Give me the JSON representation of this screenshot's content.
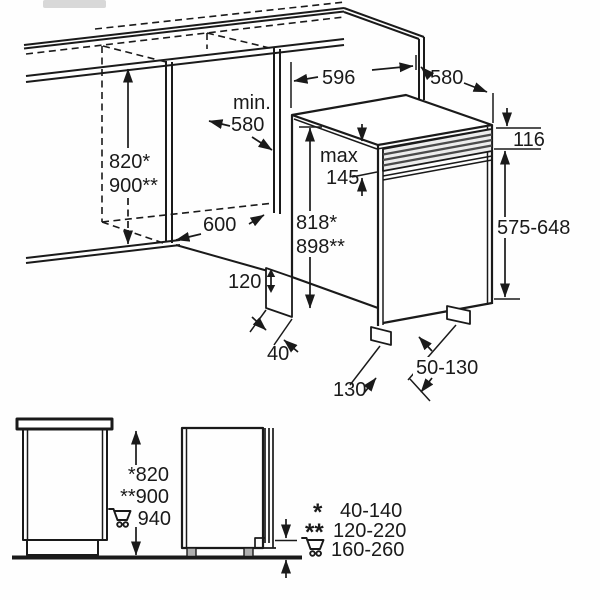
{
  "colors": {
    "line": "#1a1a1a",
    "stripe": "#4a4a4a",
    "band_fill": "#ececec",
    "foot_fill": "#b0b0b0",
    "artifact": "#d8d8d8"
  },
  "top_diagram": {
    "niche_height_line1": "820*",
    "niche_height_line2": "900**",
    "min_width_line1": "min.",
    "min_width_line2": "580",
    "counter_depth": "600",
    "appliance_width": "596",
    "appliance_depth": "580",
    "top_clearance": "116",
    "max_panel_line1": "max",
    "max_panel_line2": "145",
    "body_height_line1": "818*",
    "body_height_line2": "898**",
    "door_panel_range": "575-648",
    "plinth_height": "120",
    "plinth_gap": "40",
    "foot_offset": "130",
    "foot_range": "50-130"
  },
  "bottom_diagram": {
    "height_star": "*820",
    "height_dstar": "**900",
    "height_cart": "940",
    "legend_star_symbol": "*",
    "legend_star_value": "40-140",
    "legend_dstar_symbol": "**",
    "legend_dstar_value": "120-220",
    "legend_cart_value": "160-260"
  }
}
